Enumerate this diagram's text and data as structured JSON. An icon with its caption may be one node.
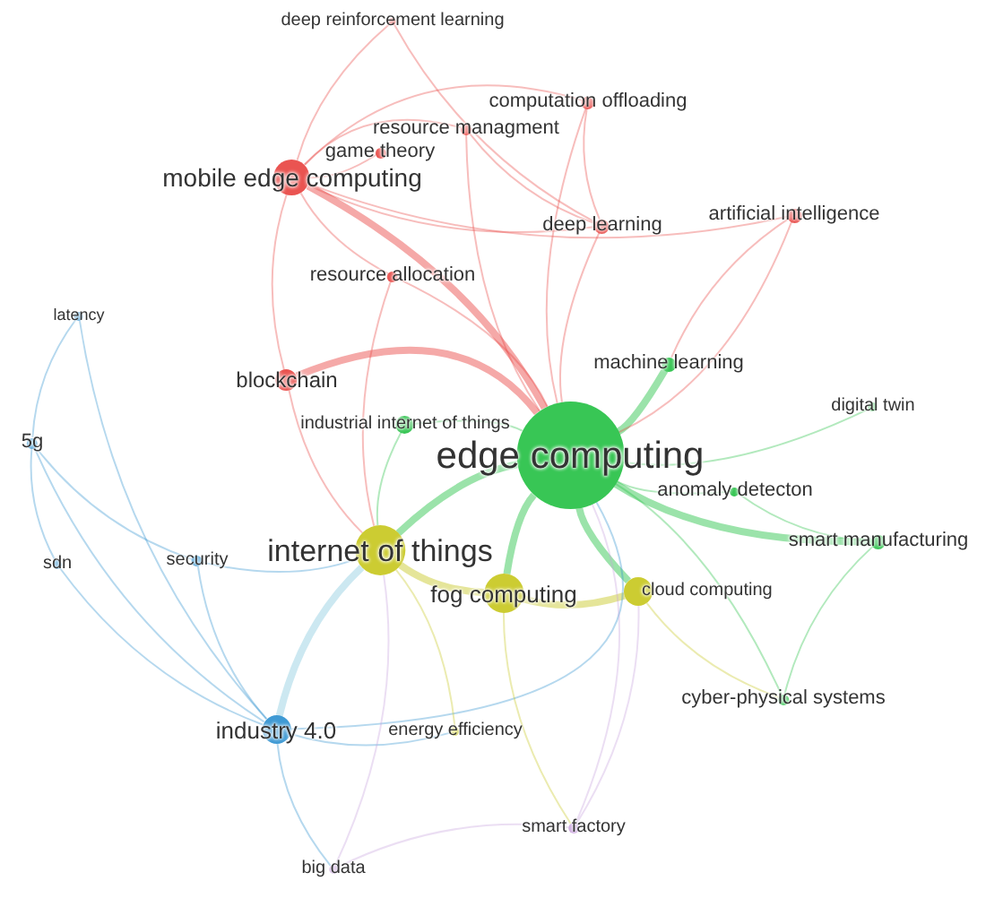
{
  "diagram": {
    "nodes": [
      {
        "text": [
          "deep reinforcement learning"
        ]
      },
      {
        "text": [
          "computation offloading"
        ]
      },
      {
        "text": [
          "resource managment"
        ]
      },
      {
        "text": [
          "game theory"
        ]
      },
      {
        "text": [
          "mobile edge computing"
        ]
      },
      {
        "text": [
          "deep learning"
        ]
      },
      {
        "text": [
          "artificial intelligence"
        ]
      },
      {
        "text": [
          "resource allocation"
        ]
      },
      {
        "text": [
          "latency"
        ]
      },
      {
        "text": [
          "blockchain"
        ]
      },
      {
        "text": [
          "machine learning"
        ]
      },
      {
        "text": [
          "digital twin"
        ]
      },
      {
        "text": [
          "industrial internet of things"
        ]
      },
      {
        "text": [
          "edge computing"
        ]
      },
      {
        "text": [
          "anomaly detecton"
        ]
      },
      {
        "text": [
          "5g"
        ]
      },
      {
        "text": [
          "internet of things"
        ]
      },
      {
        "text": [
          "fog computing"
        ]
      },
      {
        "text": [
          "cloud computing"
        ]
      },
      {
        "text": [
          "smart manufacturing"
        ]
      },
      {
        "text": [
          "sdn"
        ]
      },
      {
        "text": [
          "security"
        ]
      },
      {
        "text": [
          "cyber-physical systems"
        ]
      },
      {
        "text": [
          "industry 4.0"
        ]
      },
      {
        "text": [
          "energy efficiency"
        ]
      },
      {
        "text": [
          "smart factory"
        ]
      },
      {
        "text": [
          "big data"
        ]
      }
    ],
    "edges": [
      {
        "from": 13,
        "to": 16,
        "arrow": "none",
        "style": "thick",
        "color": "#22c043"
      },
      {
        "from": 16,
        "to": 23,
        "arrow": "none",
        "style": "thick",
        "color": "#8fcbe0"
      },
      {
        "from": 17,
        "to": 18,
        "arrow": "none",
        "style": "thick",
        "color": "#c6c61c"
      },
      {
        "from": 13,
        "to": 17,
        "arrow": "none",
        "style": "thick",
        "color": "#22c043"
      },
      {
        "from": 13,
        "to": 19,
        "arrow": "none",
        "style": "thick",
        "color": "#22c043"
      },
      {
        "from": 13,
        "to": 18,
        "arrow": "none",
        "style": "thick",
        "color": "#22c043"
      },
      {
        "from": 4,
        "to": 13,
        "arrow": "none",
        "style": "thick"
      },
      {
        "from": 16,
        "to": 17,
        "arrow": "none",
        "style": "thick",
        "color": "#c6c61c"
      },
      {
        "from": 13,
        "to": 10,
        "arrow": "none",
        "style": "thick",
        "color": "#22c043"
      },
      {
        "from": 9,
        "to": 13,
        "arrow": "none",
        "style": "thick"
      },
      {
        "from": 4,
        "to": 1,
        "arrow": "none"
      },
      {
        "from": 4,
        "to": 2,
        "arrow": "none"
      },
      {
        "from": 4,
        "to": 3,
        "arrow": "none"
      },
      {
        "from": 4,
        "to": 9,
        "arrow": "none"
      },
      {
        "from": 4,
        "to": 5,
        "arrow": "none"
      },
      {
        "from": 4,
        "to": 6,
        "arrow": "none"
      },
      {
        "from": 4,
        "to": 7,
        "arrow": "none"
      },
      {
        "from": 0,
        "to": 4,
        "arrow": "none"
      },
      {
        "from": 0,
        "to": 5,
        "arrow": "none"
      },
      {
        "from": 1,
        "to": 5,
        "arrow": "none"
      },
      {
        "from": 1,
        "to": 13,
        "arrow": "none"
      },
      {
        "from": 2,
        "to": 5,
        "arrow": "none"
      },
      {
        "from": 2,
        "to": 13,
        "arrow": "none"
      },
      {
        "from": 6,
        "to": 13,
        "arrow": "none"
      },
      {
        "from": 6,
        "to": 10,
        "arrow": "none"
      },
      {
        "from": 5,
        "to": 13,
        "arrow": "none"
      },
      {
        "from": 7,
        "to": 13,
        "arrow": "none"
      },
      {
        "from": 7,
        "to": 16,
        "arrow": "none"
      },
      {
        "from": 9,
        "to": 16,
        "arrow": "none"
      },
      {
        "from": 13,
        "to": 11,
        "arrow": "none",
        "color": "#22c043"
      },
      {
        "from": 13,
        "to": 14,
        "arrow": "none",
        "color": "#22c043"
      },
      {
        "from": 13,
        "to": 12,
        "arrow": "none",
        "color": "#22c043"
      },
      {
        "from": 13,
        "to": 22,
        "arrow": "none",
        "color": "#22c043"
      },
      {
        "from": 18,
        "to": 22,
        "arrow": "none",
        "color": "#c6c61c"
      },
      {
        "from": 8,
        "to": 15,
        "arrow": "none",
        "color": "#2a8fcf"
      },
      {
        "from": 8,
        "to": 23,
        "arrow": "none",
        "color": "#2a8fcf"
      },
      {
        "from": 15,
        "to": 20,
        "arrow": "none",
        "color": "#2a8fcf"
      },
      {
        "from": 15,
        "to": 23,
        "arrow": "none",
        "color": "#2a8fcf"
      },
      {
        "from": 15,
        "to": 21,
        "arrow": "none",
        "color": "#2a8fcf"
      },
      {
        "from": 20,
        "to": 23,
        "arrow": "none",
        "color": "#2a8fcf"
      },
      {
        "from": 21,
        "to": 23,
        "arrow": "none",
        "color": "#2a8fcf"
      },
      {
        "from": 21,
        "to": 16,
        "arrow": "none",
        "color": "#2a8fcf"
      },
      {
        "from": 23,
        "to": 13,
        "arrow": "none",
        "color": "#2a8fcf"
      },
      {
        "from": 23,
        "to": 24,
        "arrow": "none",
        "color": "#2a8fcf"
      },
      {
        "from": 23,
        "to": 26,
        "arrow": "none",
        "color": "#2a8fcf"
      },
      {
        "from": 25,
        "to": 18,
        "arrow": "none",
        "color": "#c7a0dc"
      },
      {
        "from": 25,
        "to": 26,
        "arrow": "none",
        "color": "#c7a0dc"
      },
      {
        "from": 25,
        "to": 13,
        "arrow": "none",
        "color": "#c7a0dc"
      },
      {
        "from": 24,
        "to": 16,
        "arrow": "none",
        "color": "#c6c61c"
      },
      {
        "from": 26,
        "to": 16,
        "arrow": "none",
        "color": "#c7a0dc"
      },
      {
        "from": 12,
        "to": 16,
        "arrow": "none",
        "color": "#22c043"
      },
      {
        "from": 17,
        "to": 25,
        "arrow": "none",
        "color": "#c6c61c"
      },
      {
        "from": 19,
        "to": 22,
        "arrow": "none",
        "color": "#22c043"
      },
      {
        "from": 14,
        "to": 19,
        "arrow": "none",
        "color": "#22c043"
      }
    ]
  }
}
